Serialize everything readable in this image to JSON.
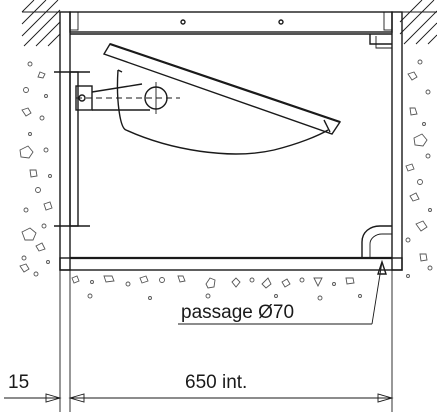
{
  "labels": {
    "passage": "passage Ø70",
    "wall": "15",
    "width": "650 int."
  },
  "colors": {
    "line": "#1a1a1a",
    "background": "#ffffff"
  }
}
